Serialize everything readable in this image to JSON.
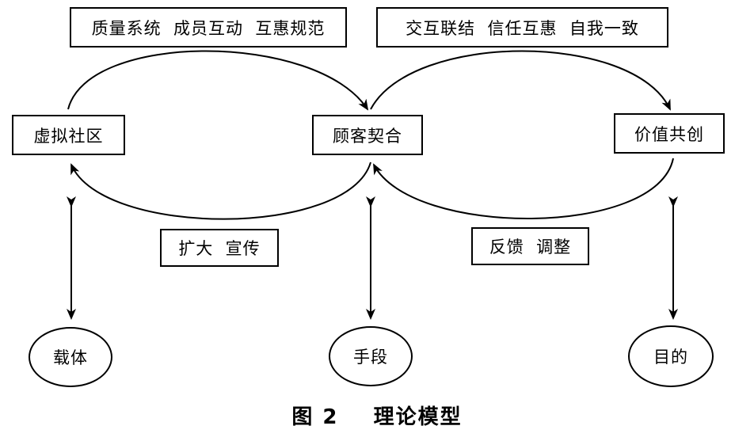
{
  "annotations": {
    "top_left": "质量系统  成员互动  互惠规范",
    "top_right": "交互联结  信任互惠  自我一致",
    "bottom_left": "扩大  宣传",
    "bottom_right": "反馈  调整"
  },
  "nodes": {
    "virtual_community": "虚拟社区",
    "customer_engagement": "顾客契合",
    "value_cocreation": "价值共创"
  },
  "roles": {
    "carrier": "载体",
    "means": "手段",
    "goal": "目的"
  },
  "caption": "图 2    理论模型"
}
